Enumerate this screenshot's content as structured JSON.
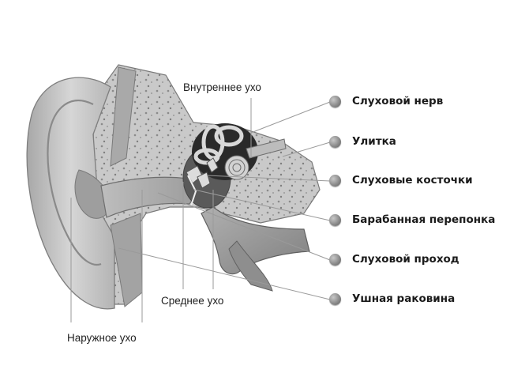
{
  "labels": {
    "inner_ear": "Внутреннее ухо",
    "middle_ear": "Среднее ухо",
    "outer_ear": "Наружное ухо"
  },
  "legend": [
    "Слуховой нерв",
    "Улитка",
    "Слуховые косточки",
    "Барабанная перепонка",
    "Слуховой проход",
    "Ушная раковина"
  ],
  "colors": {
    "marker": "#8c8c8c",
    "leader_line": "#9a9a9a"
  }
}
